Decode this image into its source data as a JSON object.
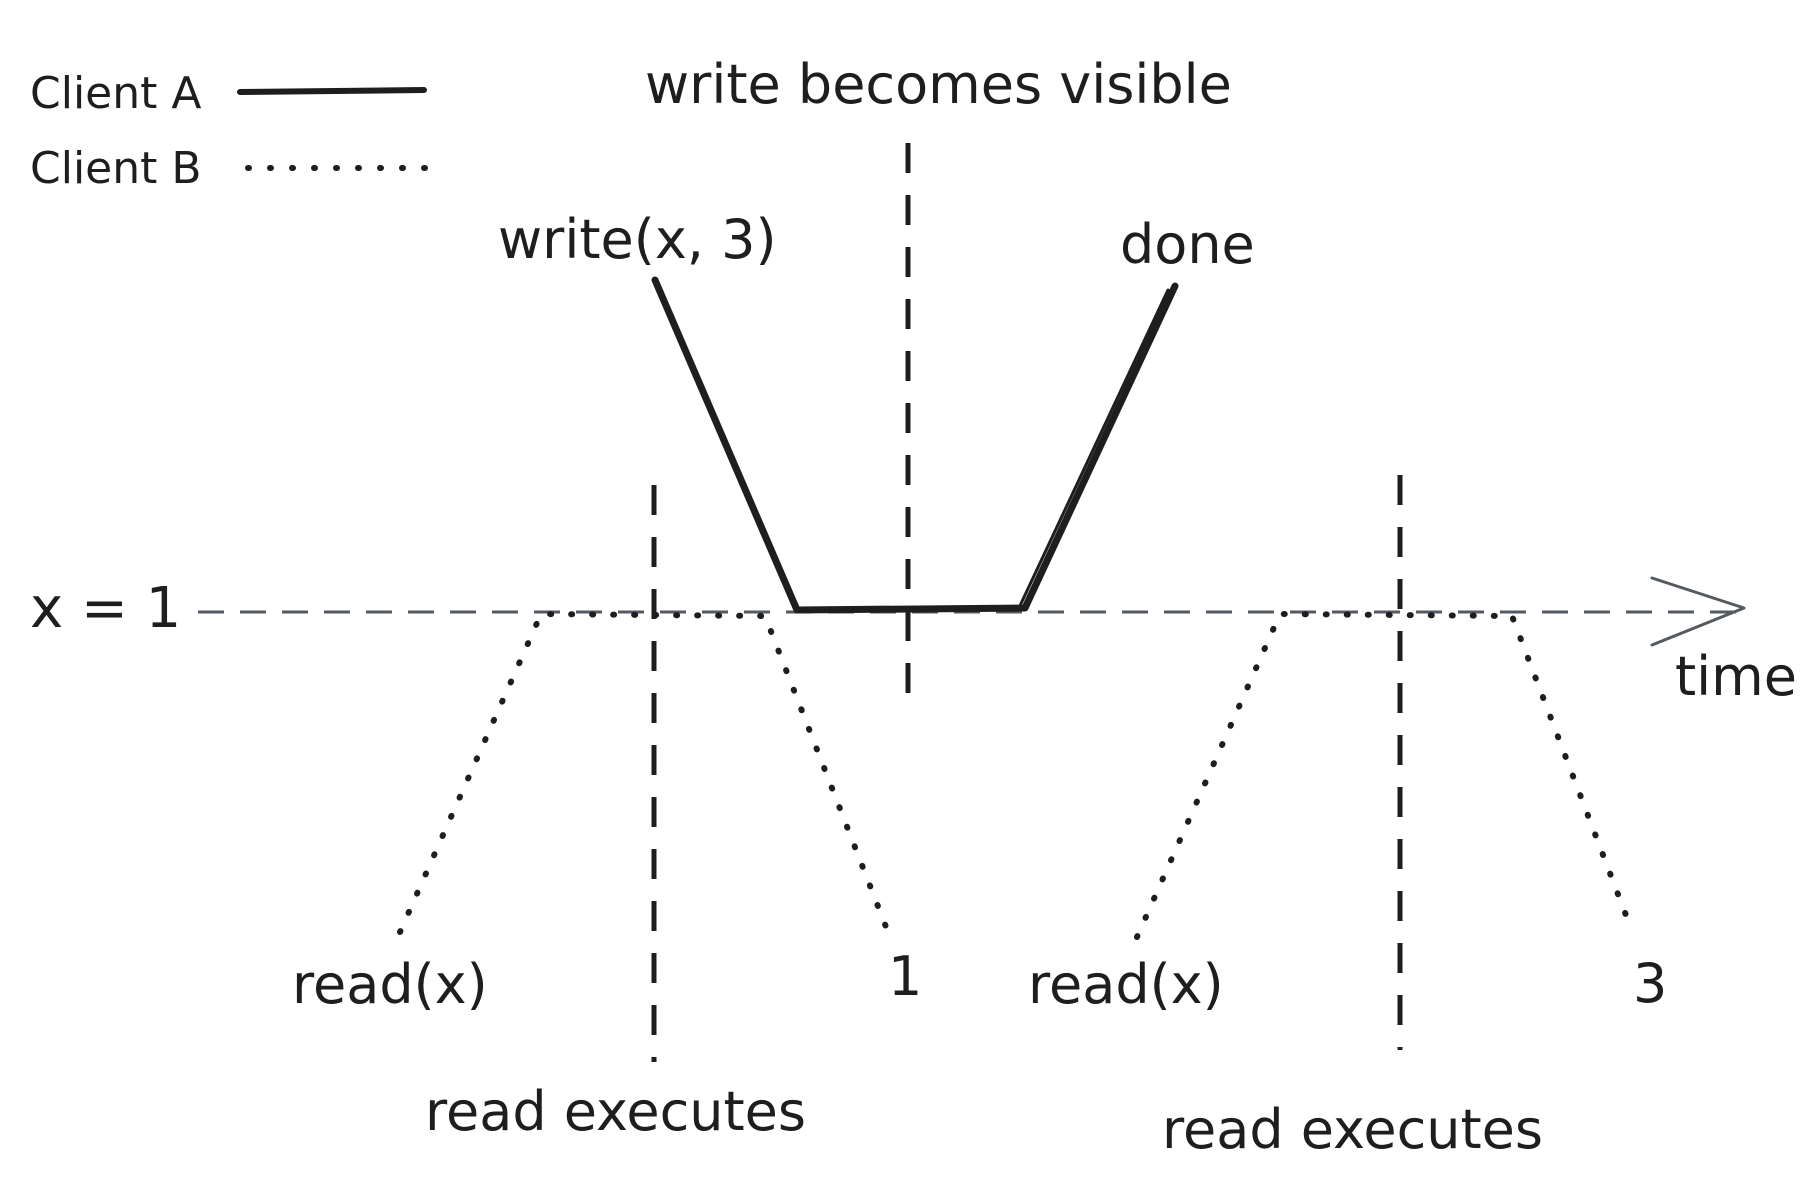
{
  "legend": {
    "client_a": "Client A",
    "client_b": "Client B"
  },
  "labels": {
    "write_visible": "write becomes visible",
    "write_call": "write(x, 3)",
    "write_done": "done",
    "axis_value": "x = 1",
    "time": "time",
    "read1_call": "read(x)",
    "read1_result": "1",
    "read1_executes": "read executes",
    "read2_call": "read(x)",
    "read2_result": "3",
    "read2_executes": "read executes"
  },
  "colors": {
    "ink": "#1e1e1e",
    "axis": "#555a60"
  }
}
